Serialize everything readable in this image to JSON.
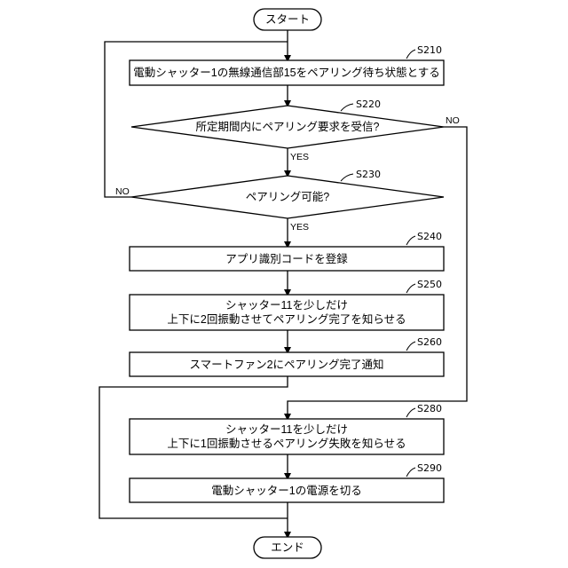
{
  "terminals": {
    "start": "スタート",
    "end": "エンド"
  },
  "steps": {
    "s210": {
      "id": "S210",
      "text": "電動シャッター1の無線通信部15をペアリング待ち状態とする"
    },
    "s220": {
      "id": "S220",
      "text": "所定期間内にペアリング要求を受信?"
    },
    "s230": {
      "id": "S230",
      "text": "ペアリング可能?"
    },
    "s240": {
      "id": "S240",
      "text": "アプリ識別コードを登録"
    },
    "s250": {
      "id": "S250",
      "line1": "シャッター11を少しだけ",
      "line2": "上下に2回振動させてペアリング完了を知らせる"
    },
    "s260": {
      "id": "S260",
      "text": "スマートファン2にペアリング完了通知"
    },
    "s280": {
      "id": "S280",
      "line1": "シャッター11を少しだけ",
      "line2": "上下に1回振動させるペアリング失敗を知らせる"
    },
    "s290": {
      "id": "S290",
      "text": "電動シャッター1の電源を切る"
    }
  },
  "branches": {
    "s220_yes": "YES",
    "s220_no": "NO",
    "s230_yes": "YES",
    "s230_no": "NO"
  }
}
